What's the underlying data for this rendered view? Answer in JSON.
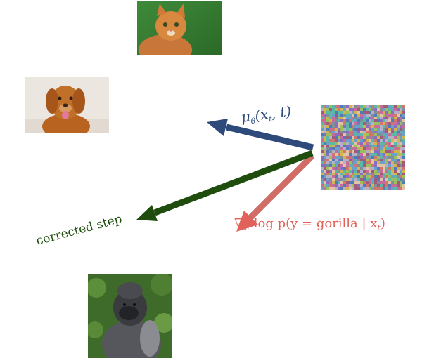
{
  "images": {
    "cat": {
      "icon": "cat-photo"
    },
    "dog": {
      "icon": "dog-photo"
    },
    "noise": {
      "icon": "noise-image"
    },
    "gorilla": {
      "icon": "gorilla-photo"
    }
  },
  "arrows": {
    "mean": {
      "label_prefix": "μ",
      "label_sub": "θ",
      "label_rest": "(x",
      "label_sub2": "t",
      "label_end": ", t)",
      "color": "#2e4a7a"
    },
    "gradient": {
      "label_prefix": "∇",
      "label_sub": "x",
      "label_sub2": "t",
      "label_rest": " log p(y = gorilla | x",
      "label_sub3": "t",
      "label_end": ")",
      "color": "#e0625a"
    },
    "corrected": {
      "label": "corrected step",
      "color": "#1e4d0e"
    }
  }
}
